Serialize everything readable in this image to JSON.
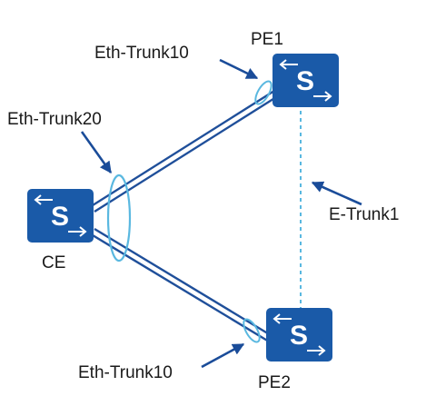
{
  "nodes": {
    "pe1": {
      "label": "PE1",
      "glyph": "S"
    },
    "pe2": {
      "label": "PE2",
      "glyph": "S"
    },
    "ce": {
      "label": "CE",
      "glyph": "S"
    }
  },
  "annotations": {
    "pe1_trunk": "Eth-Trunk10",
    "pe2_trunk": "Eth-Trunk10",
    "ce_trunk": "Eth-Trunk20",
    "e_trunk": "E-Trunk1"
  },
  "colors": {
    "switch_fill": "#1a5aa8",
    "link_line": "#1f4f9a",
    "trunk_ring": "#5ab8e0",
    "arrow": "#1a4c99",
    "dashed_link": "#5ab8e0",
    "text": "#1a1a1a"
  },
  "icons": {
    "switch": "switch-icon"
  }
}
